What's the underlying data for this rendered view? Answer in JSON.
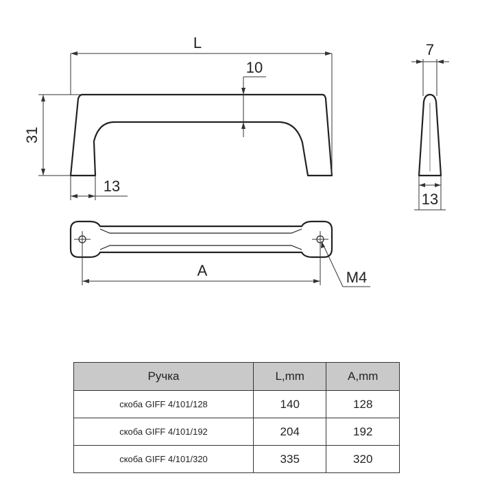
{
  "drawing": {
    "label_length": "L",
    "label_height": "31",
    "label_thickness": "10",
    "label_foot": "13",
    "label_spacing": "A",
    "label_thread": "M4",
    "label_width_top": "7",
    "label_width_base": "13"
  },
  "table": {
    "headers": [
      "Ручка",
      "L,mm",
      "A,mm"
    ],
    "rows": [
      {
        "name": "скоба GIFF 4/101/128",
        "L": "140",
        "A": "128"
      },
      {
        "name": "скоба GIFF 4/101/192",
        "L": "204",
        "A": "192"
      },
      {
        "name": "скоба GIFF 4/101/320",
        "L": "335",
        "A": "320"
      }
    ]
  }
}
